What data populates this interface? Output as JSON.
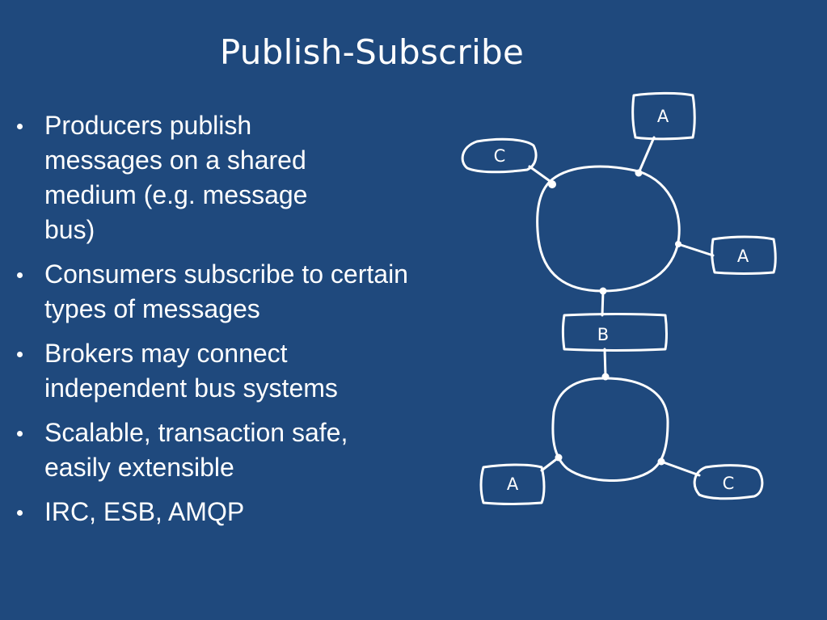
{
  "slide": {
    "title": "Publish-Subscribe",
    "bullets": [
      "Producers publish messages on a shared medium (e.g. message bus)",
      "Consumers subscribe to certain types of messages",
      "Brokers may connect independent bus systems",
      "Scalable, transaction safe, easily extensible",
      "IRC, ESB, AMQP"
    ]
  },
  "diagram": {
    "node_a_top": "A",
    "node_c_left": "C",
    "node_a_right": "A",
    "node_broker": "B",
    "node_a_bottom": "A",
    "node_c_bottom": "C"
  },
  "colors": {
    "background": "#1f497d",
    "foreground": "#ffffff"
  }
}
